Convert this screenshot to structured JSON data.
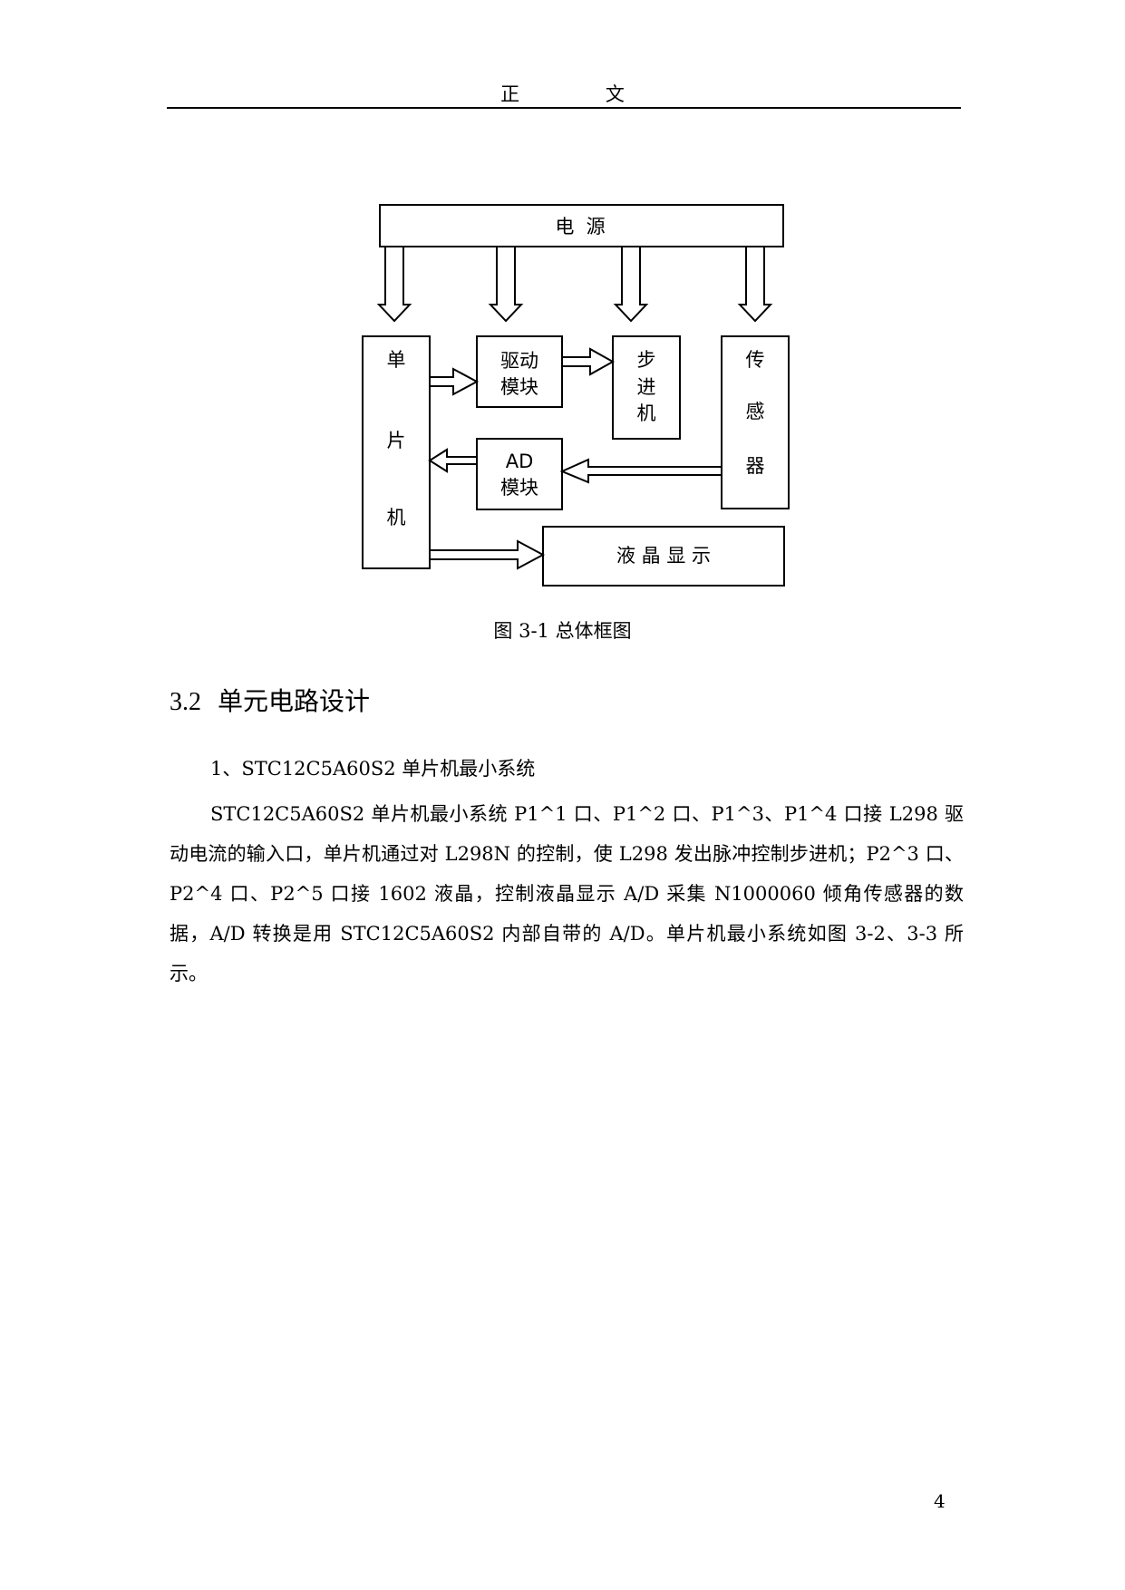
{
  "header": {
    "title": "正 文"
  },
  "diagram": {
    "power": "电  源",
    "mcu": [
      "单",
      "片",
      "机"
    ],
    "driver": [
      "驱动",
      "模块"
    ],
    "stepper": [
      "步",
      "进",
      "机"
    ],
    "sensor": [
      "传",
      "感",
      "器"
    ],
    "ad": [
      "AD",
      "模块"
    ],
    "lcd": "液 晶 显 示"
  },
  "caption": "图 3-1 总体框图",
  "section": {
    "number": "3.2",
    "title": "单元电路设计"
  },
  "subheading": "1、STC12C5A60S2 单片机最小系统",
  "paragraph": "STC12C5A60S2 单片机最小系统 P1^1 口、P1^2 口、P1^3、P1^4 口接 L298 驱动电流的输入口，单片机通过对 L298N 的控制，使 L298 发出脉冲控制步进机；P2^3 口、P2^4 口、P2^5 口接 1602 液晶，控制液晶显示 A/D 采集 N1000060 倾角传感器的数据，A/D 转换是用 STC12C5A60S2 内部自带的 A/D。单片机最小系统如图 3-2、3-3 所示。",
  "page_number": "4"
}
